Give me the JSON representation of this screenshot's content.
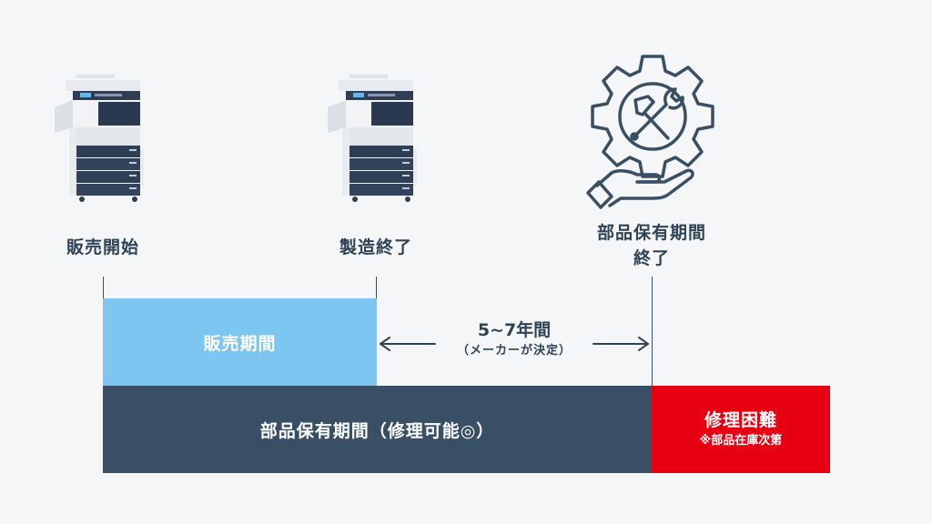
{
  "milestones": {
    "sales_start": "販売開始",
    "production_end": "製造終了",
    "parts_end_line1": "部品保有期間",
    "parts_end_line2": "終了"
  },
  "bars": {
    "sales_period": "販売期間",
    "parts_period": "部品保有期間（修理可能◎）",
    "repair_difficult": "修理困難",
    "repair_note": "※部品在庫次第"
  },
  "duration": {
    "value": "5~7年間",
    "note": "（メーカーが決定）"
  },
  "icons": {
    "copier_1": "copier-icon",
    "copier_2": "copier-icon",
    "repair": "gear-tools-hand-icon"
  },
  "colors": {
    "sales_bar": "#7ec6f2",
    "parts_bar": "#384f66",
    "repair_bar": "#e60012",
    "text": "#2f4356"
  }
}
